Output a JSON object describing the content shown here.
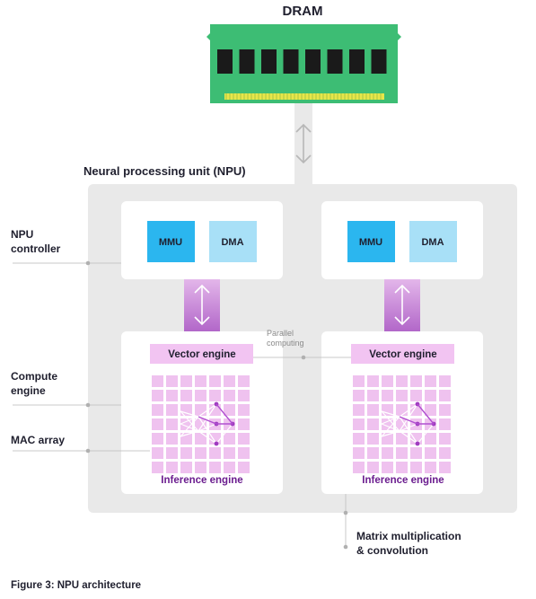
{
  "labels": {
    "dram": "DRAM",
    "npu": "Neural processing unit (NPU)",
    "npu_controller_line1": "NPU",
    "npu_controller_line2": "controller",
    "compute_engine_line1": "Compute",
    "compute_engine_line2": "engine",
    "mac_array": "MAC array",
    "parallel_line1": "Parallel",
    "parallel_line2": "computing",
    "matrix_line1": "Matrix multiplication",
    "matrix_line2": "& convolution",
    "caption": "Figure 3: NPU architecture"
  },
  "cores": [
    {
      "mmu": "MMU",
      "dma": "DMA",
      "vector": "Vector engine",
      "inference": "Inference engine"
    },
    {
      "mmu": "MMU",
      "dma": "DMA",
      "vector": "Vector engine",
      "inference": "Inference engine"
    }
  ],
  "colors": {
    "dram_board": "#3dbd74",
    "dram_chip": "#1a1a1a",
    "dram_pins": "#e7e64a",
    "npu_bg": "#e9e9e9",
    "mmu": "#2bb6ef",
    "dma": "#a8e0f7",
    "vector": "#f2c4f2",
    "link_purple": "#c683d6",
    "grid_cell": "#efc2ef",
    "inference_text": "#6b1d8f"
  }
}
